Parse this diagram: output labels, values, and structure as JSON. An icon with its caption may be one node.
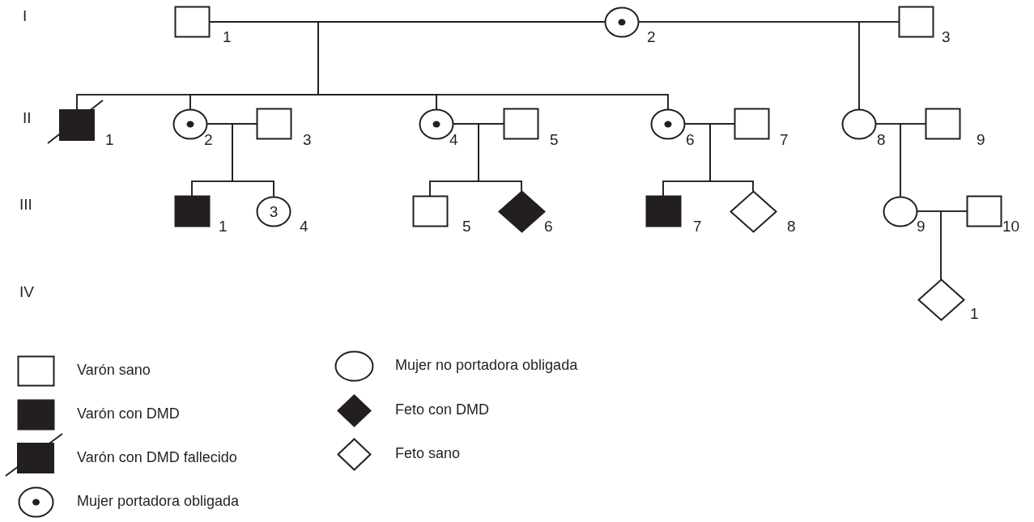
{
  "diagram": {
    "nodes": [
      {
        "text": [],
        "shape": "box",
        "beside": [
          "1"
        ]
      },
      {
        "text": [],
        "shape": "dot-circle",
        "beside": [
          "2"
        ]
      },
      {
        "text": [],
        "shape": "box",
        "beside": [
          "3"
        ]
      },
      {
        "text": [],
        "shape": "deceased-filled-box",
        "beside": [
          "1"
        ]
      },
      {
        "text": [],
        "shape": "dot-circle",
        "beside": [
          "2"
        ]
      },
      {
        "text": [],
        "shape": "box",
        "beside": [
          "3"
        ]
      },
      {
        "text": [],
        "shape": "dot-circle",
        "beside": [
          "4"
        ]
      },
      {
        "text": [],
        "shape": "box",
        "beside": [
          "5"
        ]
      },
      {
        "text": [],
        "shape": "dot-circle",
        "beside": [
          "6"
        ]
      },
      {
        "text": [],
        "shape": "box",
        "beside": [
          "7"
        ]
      },
      {
        "text": [],
        "shape": "circle",
        "beside": [
          "8"
        ]
      },
      {
        "text": [],
        "shape": "box",
        "beside": [
          "9"
        ]
      },
      {
        "text": [],
        "shape": "filled-box",
        "beside": [
          "1"
        ]
      },
      {
        "text": [
          "3"
        ],
        "beside": [
          "4"
        ]
      },
      {
        "text": [],
        "shape": "box",
        "beside": [
          "5"
        ]
      },
      {
        "text": [],
        "shape": "filled-diamond",
        "beside": [
          "6"
        ]
      },
      {
        "text": [],
        "shape": "filled-box",
        "beside": [
          "7"
        ]
      },
      {
        "text": [],
        "shape": "diamond",
        "beside": [
          "8"
        ]
      },
      {
        "text": [],
        "shape": "circle",
        "beside": [
          "9"
        ]
      },
      {
        "text": [],
        "shape": "box",
        "beside": [
          "10"
        ]
      },
      {
        "text": [],
        "shape": "diamond",
        "beside": [
          "1"
        ]
      }
    ],
    "edges": [
      {
        "from": 0,
        "to": 1,
        "arrow": "none"
      },
      {
        "from": 1,
        "to": 2,
        "arrow": "none"
      },
      {
        "from": 0,
        "to": 3,
        "arrow": "none"
      },
      {
        "from": 1,
        "to": 3,
        "arrow": "none"
      },
      {
        "from": 0,
        "to": 4,
        "arrow": "none"
      },
      {
        "from": 1,
        "to": 4,
        "arrow": "none"
      },
      {
        "from": 0,
        "to": 6,
        "arrow": "none"
      },
      {
        "from": 1,
        "to": 6,
        "arrow": "none"
      },
      {
        "from": 0,
        "to": 8,
        "arrow": "none"
      },
      {
        "from": 1,
        "to": 8,
        "arrow": "none"
      },
      {
        "from": 1,
        "to": 10,
        "arrow": "none"
      },
      {
        "from": 2,
        "to": 10,
        "arrow": "none"
      },
      {
        "from": 4,
        "to": 5,
        "arrow": "none"
      },
      {
        "from": 6,
        "to": 7,
        "arrow": "none"
      },
      {
        "from": 8,
        "to": 9,
        "arrow": "none"
      },
      {
        "from": 10,
        "to": 11,
        "arrow": "none"
      },
      {
        "from": 4,
        "to": 12,
        "arrow": "none"
      },
      {
        "from": 5,
        "to": 12,
        "arrow": "none"
      },
      {
        "from": 4,
        "to": 13,
        "arrow": "none"
      },
      {
        "from": 5,
        "to": 13,
        "arrow": "none"
      },
      {
        "from": 6,
        "to": 14,
        "arrow": "none"
      },
      {
        "from": 7,
        "to": 14,
        "arrow": "none"
      },
      {
        "from": 6,
        "to": 15,
        "arrow": "none"
      },
      {
        "from": 7,
        "to": 15,
        "arrow": "none"
      },
      {
        "from": 8,
        "to": 16,
        "arrow": "none"
      },
      {
        "from": 9,
        "to": 16,
        "arrow": "none"
      },
      {
        "from": 8,
        "to": 17,
        "arrow": "none"
      },
      {
        "from": 9,
        "to": 17,
        "arrow": "none"
      },
      {
        "from": 10,
        "to": 18,
        "arrow": "none"
      },
      {
        "from": 11,
        "to": 18,
        "arrow": "none"
      },
      {
        "from": 18,
        "to": 19,
        "arrow": "none"
      },
      {
        "from": 18,
        "to": 20,
        "arrow": "none"
      },
      {
        "from": 19,
        "to": 20,
        "arrow": "none"
      }
    ],
    "labels": [
      "I",
      "II",
      "III",
      "IV"
    ],
    "legend": [
      {
        "text": "Varón sano"
      },
      {
        "text": "Varón con DMD"
      },
      {
        "text": "Varón con DMD fallecido"
      },
      {
        "text": "Mujer portadora obligada"
      },
      {
        "text": "Mujer no portadora obligada"
      },
      {
        "text": "Feto con DMD"
      },
      {
        "text": "Feto sano"
      }
    ]
  }
}
